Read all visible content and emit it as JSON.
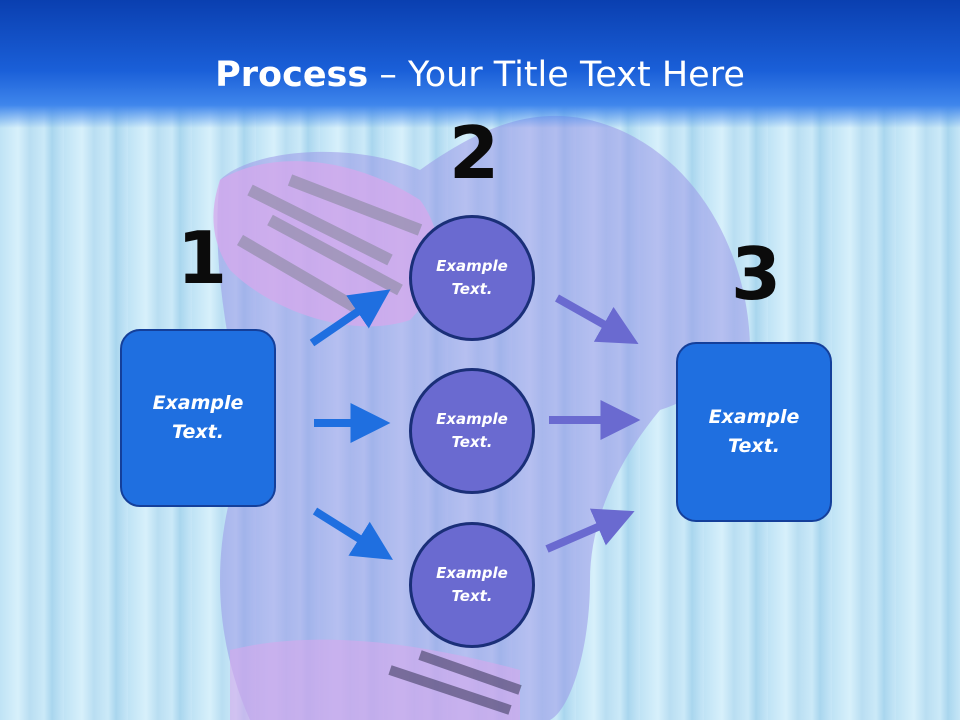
{
  "slide": {
    "title_bold": "Process",
    "title_rest": " – Your Title Text Here",
    "steps": [
      "1",
      "2",
      "3"
    ],
    "left_box": "Example\nText.",
    "right_box": "Example\nText.",
    "circles": [
      "Example\nText.",
      "Example\nText.",
      "Example\nText."
    ]
  },
  "colors": {
    "banner": "#1a5fd8",
    "box": "#1f6fe0",
    "circle": "#6a6ad0",
    "left_arrows": "#1f6fe0",
    "right_arrows": "#6a6ad0"
  }
}
